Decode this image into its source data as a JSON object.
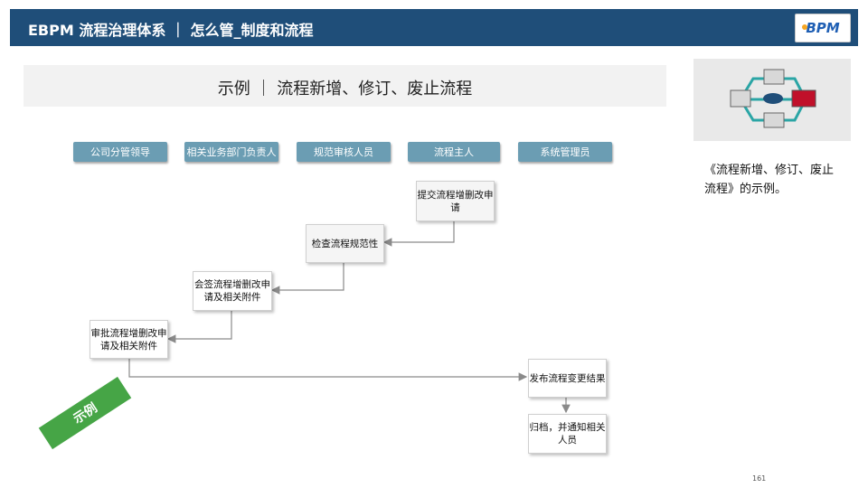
{
  "header": {
    "title": "EBPM 流程治理体系 ｜ 怎么管_制度和流程",
    "logo_text": "BPM"
  },
  "slide_title": "示例 ｜ 流程新增、修订、废止流程",
  "roles": [
    "公司分管领导",
    "相关业务部门负责人",
    "规范审核人员",
    "流程主人",
    "系统管理员"
  ],
  "nodes": {
    "submit": "提交流程增删改申请",
    "check": "检查流程规范性",
    "countersign": "会签流程增删改申请及相关附件",
    "approve": "审批流程增删改申请及相关附件",
    "publish": "发布流程变更结果",
    "archive": "归档，并通知相关人员"
  },
  "badge": "示例",
  "caption": "《流程新增、修订、废止流程》的示例。",
  "page_number": "161",
  "colors": {
    "header_bg": "#1f4e79",
    "role_bg": "#6b9db3",
    "badge_bg": "#46a546",
    "logo_text": "#1f5fb4"
  }
}
